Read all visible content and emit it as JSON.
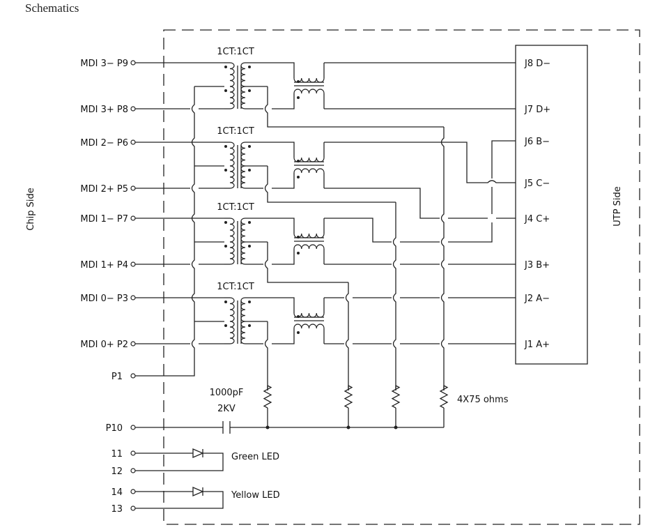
{
  "page": {
    "title": "Schematics"
  },
  "diagram": {
    "side_labels": {
      "chip": "Chip Side",
      "utp": "UTP Side"
    },
    "chip_pins": [
      {
        "signal": "MDI 3−",
        "pin": "P9",
        "label": "MDI  3−  P9"
      },
      {
        "signal": "MDI 3+",
        "pin": "P8",
        "label": "MDI  3+  P8"
      },
      {
        "signal": "MDI 2−",
        "pin": "P6",
        "label": "MDI  2−  P6"
      },
      {
        "signal": "MDI 2+",
        "pin": "P5",
        "label": "MDI  2+  P5"
      },
      {
        "signal": "MDI 1−",
        "pin": "P7",
        "label": "MDI  1−  P7"
      },
      {
        "signal": "MDI 1+",
        "pin": "P4",
        "label": "MDI  1+  P4"
      },
      {
        "signal": "MDI 0−",
        "pin": "P3",
        "label": "MDI  0−  P3"
      },
      {
        "signal": "MDI 0+",
        "pin": "P2",
        "label": "MDI  0+  P2"
      }
    ],
    "extra_pins": {
      "p1": "P1",
      "p10": "P10"
    },
    "transformer_label": "1CT:1CT",
    "transformers": [
      "1CT:1CT",
      "1CT:1CT",
      "1CT:1CT",
      "1CT:1CT"
    ],
    "utp_pins": [
      {
        "pin": "J8",
        "signal": "D−",
        "label": "J8  D−"
      },
      {
        "pin": "J7",
        "signal": "D+",
        "label": "J7  D+"
      },
      {
        "pin": "J6",
        "signal": "B−",
        "label": "J6  B−"
      },
      {
        "pin": "J5",
        "signal": "C−",
        "label": "J5  C−"
      },
      {
        "pin": "J4",
        "signal": "C+",
        "label": "J4  C+"
      },
      {
        "pin": "J3",
        "signal": "B+",
        "label": "J3  B+"
      },
      {
        "pin": "J2",
        "signal": "A−",
        "label": "J2  A−"
      },
      {
        "pin": "J1",
        "signal": "A+",
        "label": "J1  A+"
      }
    ],
    "capacitor": {
      "value": "1000pF",
      "rating": "2KV"
    },
    "resistors_label": "4X75  ohms",
    "leds": [
      {
        "pins": [
          "11",
          "12"
        ],
        "label": "Green  LED"
      },
      {
        "pins": [
          "14",
          "13"
        ],
        "label": "Yellow  LED"
      }
    ]
  }
}
